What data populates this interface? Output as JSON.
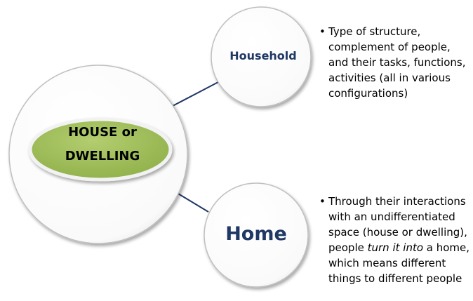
{
  "center": {
    "line1": "HOUSE or",
    "line2": "DWELLING"
  },
  "nodes": {
    "household": "Household",
    "home": "Home"
  },
  "bullets": {
    "household": {
      "dot": "•",
      "lines": [
        "Type of structure,",
        "complement of people,",
        "and their tasks, functions,",
        "activities (all in various",
        "configurations)"
      ]
    },
    "home": {
      "dot": "•",
      "line1": "Through their interactions",
      "line2": "with an undifferentiated",
      "line3": "space (house or dwelling),",
      "line4_pre": "people ",
      "line4_em": "turn it into",
      "line4_post": " a home,",
      "line5": "which means different",
      "line6": "things to different people"
    }
  },
  "colors": {
    "connector": "#1f3864",
    "ellipse_fill": "#9bbb59",
    "title_color": "#1f3864"
  }
}
